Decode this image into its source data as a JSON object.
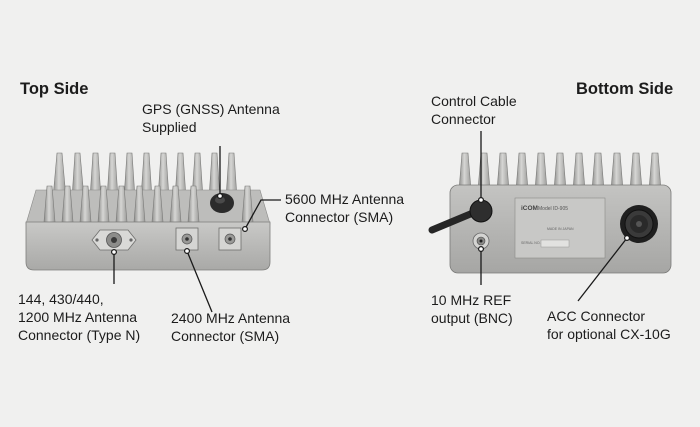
{
  "top_side": {
    "title": "Top Side",
    "labels": {
      "gps": "GPS (GNSS) Antenna\nSupplied",
      "ant5600": "5600 MHz Antenna\nConnector (SMA)",
      "typen": "144, 430/440,\n1200 MHz Antenna\nConnector (Type N)",
      "ant2400": "2400 MHz Antenna\nConnector (SMA)"
    }
  },
  "bottom_side": {
    "title": "Bottom Side",
    "labels": {
      "control": "Control Cable\nConnector",
      "ref": "10 MHz REF\noutput (BNC)",
      "acc": "ACC Connector\nfor optional CX-10G"
    },
    "plate_text": {
      "brand": "iCOM",
      "model": "Model ID-905",
      "made": "MADE IN JAPAN",
      "serial": "SERIAL NO."
    }
  },
  "colors": {
    "background": "#f0f0ef",
    "text": "#1c1c1c",
    "unit_body": "#b4b4b2",
    "lead": "#1a1a1a"
  }
}
